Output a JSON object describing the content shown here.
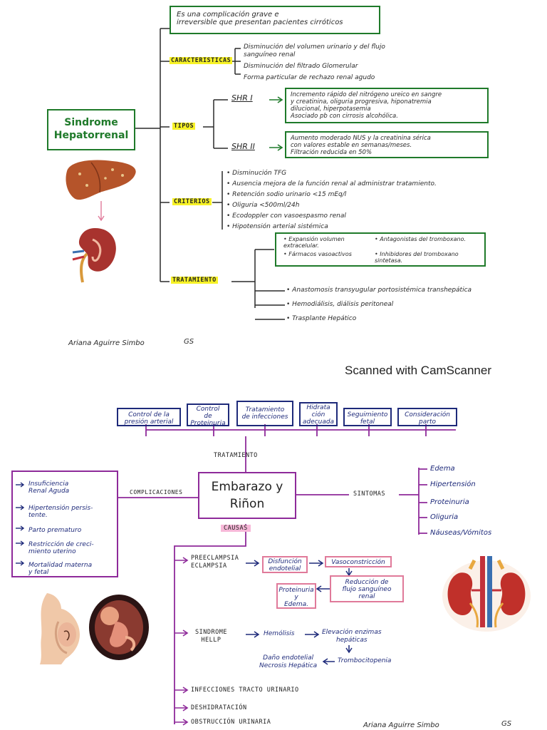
{
  "top": {
    "title_line1": "Sindrome",
    "title_line2": "Hepatorrenal",
    "definition_line1": "Es una complicación grave e",
    "definition_line2": "irreversible que presentan pacientes cirróticos",
    "caracteristicas": {
      "label": "CARACTERISTICAS",
      "items": [
        "Disminución del volumen urinario y del flujo",
        "sanguíneo renal",
        "Disminución del filtrado Glomerular",
        "Forma particular de rechazo renal agudo"
      ]
    },
    "tipos": {
      "label": "TIPOS",
      "shr1": "SHR I",
      "shr1_desc": [
        "Incremento rápido del nitrógeno ureico en sangre",
        "y creatinina, oliguria progresiva, hiponatremia",
        "dilucional, hiperpotasemia",
        "Asociado pb con cirrosis alcohólica."
      ],
      "shr2": "SHR II",
      "shr2_desc": [
        "Aumento moderado NUS y la creatinina sérica",
        "con valores estable en semanas/meses.",
        "Filtración reducida en 50%"
      ]
    },
    "criterios": {
      "label": "CRITERIOS",
      "items": [
        "Disminución TFG",
        "Ausencia mejora de la función renal al administrar tratamiento.",
        "Retención sodio urinario <15 mEq/l",
        "Oliguria <500ml/24h",
        "Ecodoppler con vasoespasmo renal",
        "Hipotensión arterial sistémica"
      ]
    },
    "tratamiento": {
      "label": "TRATAMIENTO",
      "box_items": [
        "Expansión volumen extracelular.",
        "Fármacos vasoactivos",
        "Antagonistas del tromboxano.",
        "Inhibidores del tromboxano sintetasa."
      ],
      "items": [
        "Anastomosis transyugular portosistémica transhepática",
        "Hemodiálisis, diálisis peritoneal",
        "Trasplante Hepático"
      ]
    },
    "signature": "Ariana Aguirre Simbo",
    "signature_tag": "GS"
  },
  "scanner": "Scanned with CamScanner",
  "bottom": {
    "title_line1": "Embarazo y",
    "title_line2": "Riñon",
    "tratamiento_label": "TRATAMIENTO",
    "tratamiento_boxes": [
      [
        "Control de la",
        "presión arterial"
      ],
      [
        "Control",
        "de",
        "Proteinuria"
      ],
      [
        "Tratamiento",
        "de infecciones"
      ],
      [
        "Hidrata",
        "ción",
        "adecuada"
      ],
      [
        "Seguimiento",
        "fetal"
      ],
      [
        "Consideración",
        "parto"
      ]
    ],
    "complicaciones_label": "COMPLICACIONES",
    "complicaciones": [
      [
        "Insuficiencia",
        "Renal Aguda"
      ],
      [
        "Hipertensión persis-",
        "tente."
      ],
      [
        "Parto prematuro"
      ],
      [
        "Restricción de creci-",
        "miento uterino"
      ],
      [
        "Mortalidad materna",
        "y fetal"
      ]
    ],
    "sintomas_label": "SINTOMAS",
    "sintomas": [
      "Edema",
      "Hipertensión",
      "Proteinuria",
      "Oliguria",
      "Náuseas/Vómitos"
    ],
    "causas_label": "CAUSAS",
    "preeclampsia": [
      "PREECLAMPSIA",
      "ECLAMPSIA"
    ],
    "pre_chain": {
      "disfuncion": [
        "Disfunción",
        "endotelial"
      ],
      "vasoconstriccion": "Vasoconstricción",
      "reduccion": [
        "Reducción de",
        "flujo sanguíneo",
        "renal"
      ],
      "proteinuria": [
        "Proteinuria",
        "y",
        "Edema."
      ]
    },
    "hellp": [
      "SINDROME",
      "HELLP"
    ],
    "hellp_chain": {
      "hemolisis": "Hemólisis",
      "elevacion": [
        "Elevación enzimas",
        "hepáticas"
      ],
      "trombocitopenia": "Trombocitopenia",
      "dano": [
        "Daño endotelial",
        "Necrosis Hepática"
      ]
    },
    "other_causes": [
      "INFECCIONES TRACTO URINARIO",
      "DESHIDRATACIÓN",
      "OBSTRUCCIÓN URINARIA"
    ],
    "signature": "Ariana Aguirre Simbo",
    "signature_tag": "GS"
  },
  "colors": {
    "green": "#1f7a2a",
    "navy": "#1e2a7a",
    "purple": "#8e2a9a",
    "pink": "#e07a9a",
    "highlight": "#f7f227"
  }
}
